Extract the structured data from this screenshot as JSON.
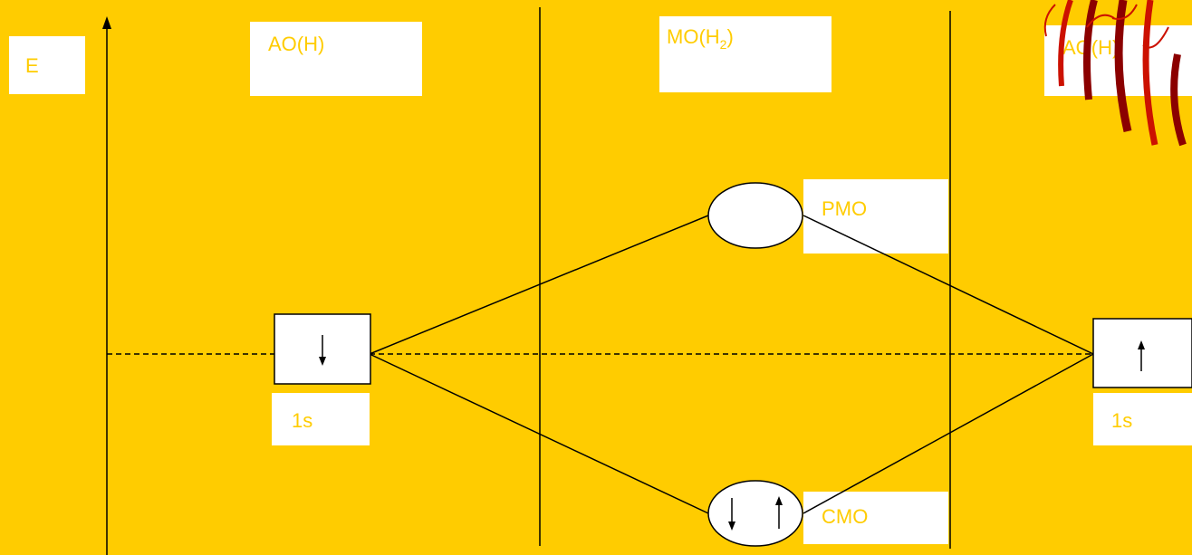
{
  "energy_axis": {
    "label": "E"
  },
  "columns": {
    "left": "AO(H)",
    "middle_main": "MO(H",
    "middle_sub": "2",
    "middle_close": ")",
    "right": "AO(H)"
  },
  "orbitals": {
    "left_ao": {
      "label": "1s",
      "electrons": [
        "down"
      ]
    },
    "right_ao": {
      "label": "1s",
      "electrons": [
        "up"
      ]
    },
    "antibonding": {
      "label": "PMO",
      "electrons": []
    },
    "bonding": {
      "label": "CMO",
      "electrons": [
        "down",
        "up"
      ]
    }
  },
  "colors": {
    "background": "#FFCC00",
    "box": "#FFFFFF",
    "label_text": "#FFCC00",
    "line": "#000000",
    "flame_red": "#CC1100"
  }
}
